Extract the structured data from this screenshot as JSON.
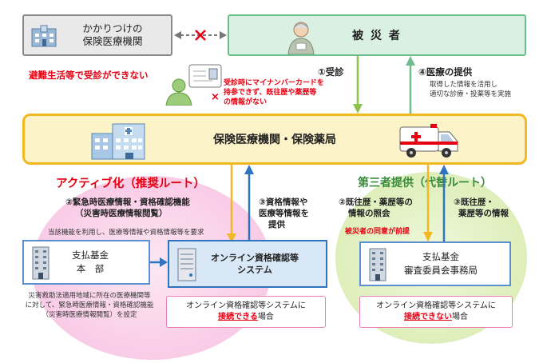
{
  "top": {
    "clinic": {
      "line1": "かかりつけの",
      "line2": "保険医療機関"
    },
    "victim": "被 災 者",
    "cannot_visit": "避難生活等で受診ができない",
    "card_note": {
      "line1": "受診時にマイナンバーカードを",
      "line2": "持参できず、既往歴や薬歴等",
      "line3": "の情報がない"
    },
    "visit": "①受診",
    "care": "④医療の提供",
    "care_note": {
      "line1": "取得した情報を活用し",
      "line2": "適切な診療・投薬等を実施"
    }
  },
  "center": {
    "title": "保険医療機関・保険薬局"
  },
  "left": {
    "route_title": "アクティブ化（推奨ルート）",
    "step2": {
      "line1": "②緊急時医療情報・資格確認機能",
      "line2": "（災害時医療情報閲覧）"
    },
    "step2_note": "当該機能を利用し、医療等情報や資格情報等を要求",
    "step3": {
      "line1": "③資格情報や",
      "line2": "医療等情報を",
      "line3": "提供"
    },
    "fund_hq": {
      "line1": "支払基金",
      "line2": "本　部"
    },
    "fund_note": {
      "line1": "災害救助法適用地域に所在の医療機関等",
      "line2": "に対して、緊急時医療情報・資格確認機能",
      "line3": "（災害時医療情報閲覧）を設定"
    },
    "online_system": {
      "line1": "オンライン資格確認等",
      "line2": "システム"
    },
    "connectable": {
      "line1": "オンライン資格確認等システムに",
      "line2_strong": "接続できる",
      "line2_rest": "場合"
    }
  },
  "right": {
    "route_title": "第三者提供（代替ルート）",
    "step2": {
      "line1": "②既往歴・薬歴等の",
      "line2": "情報の照会"
    },
    "consent": "被災者の同意が前提",
    "step3": {
      "line1": "③既往歴・",
      "line2": "薬歴等の情報"
    },
    "committee": {
      "line1": "支払基金",
      "line2": "審査委員会事務局"
    },
    "not_connectable": {
      "line1": "オンライン資格確認等システムに",
      "line2_strong": "接続できない",
      "line2_rest": "場合"
    }
  },
  "colors": {
    "green": "#6fbf8e",
    "yellow_fill": "#fdf3c8",
    "yellow_border": "#f2b822",
    "blue_border": "#2e74c0",
    "red": "#e60012",
    "right_title": "#3a8a3c",
    "arrow_green": "#8bc34a",
    "arrow_yellow": "#f2b822",
    "arrow_blue": "#2e74c0"
  }
}
